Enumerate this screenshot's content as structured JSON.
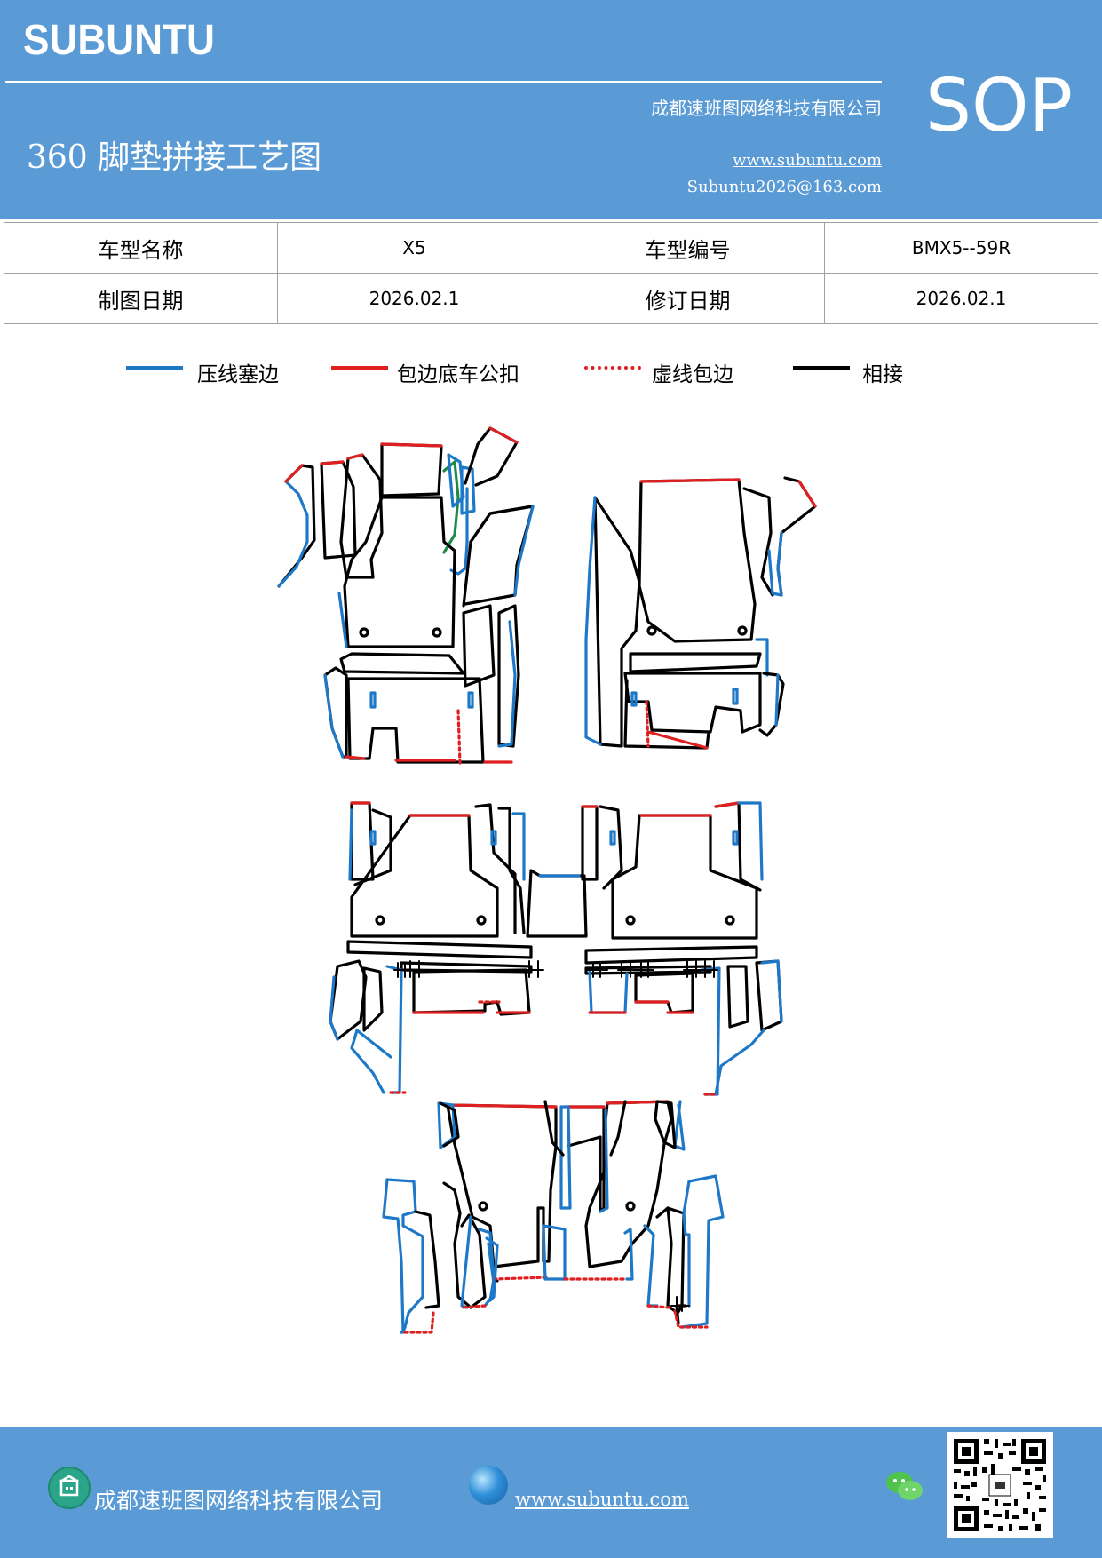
{
  "header": {
    "brand": "SUBUNTU",
    "company": "成都速班图网络科技有限公司",
    "title": "360 脚垫拼接工艺图",
    "website": "www.subuntu.com",
    "email": "Subuntu2026@163.com",
    "badge": "SOP",
    "background_color": "#5b9bd5"
  },
  "info_table": [
    {
      "label": "车型名称",
      "value": "X5",
      "label2": "车型编号",
      "value2": "BMX5--59R"
    },
    {
      "label": "制图日期",
      "value": "2026.02.1",
      "label2": "修订日期",
      "value2": "2026.02.1"
    }
  ],
  "legend": [
    {
      "label": "压线塞边",
      "color": "#1e78c8",
      "style": "solid"
    },
    {
      "label": "包边底车公扣",
      "color": "#e02020",
      "style": "solid"
    },
    {
      "label": "虚线包边",
      "color": "#e02020",
      "style": "dotted"
    },
    {
      "label": "相接",
      "color": "#000000",
      "style": "solid"
    }
  ],
  "diagram": {
    "colors": {
      "press_line": "#1e78c8",
      "edge_clip": "#e02020",
      "dotted_edge": "#e02020",
      "joint": "#000000",
      "accent": "#1e8a4a"
    }
  },
  "footer": {
    "company": "成都速班图网络科技有限公司",
    "website": "www.subuntu.com",
    "icons": [
      "building-icon",
      "globe-icon",
      "wechat-icon",
      "qr-code"
    ],
    "background_color": "#5b9bd5"
  }
}
